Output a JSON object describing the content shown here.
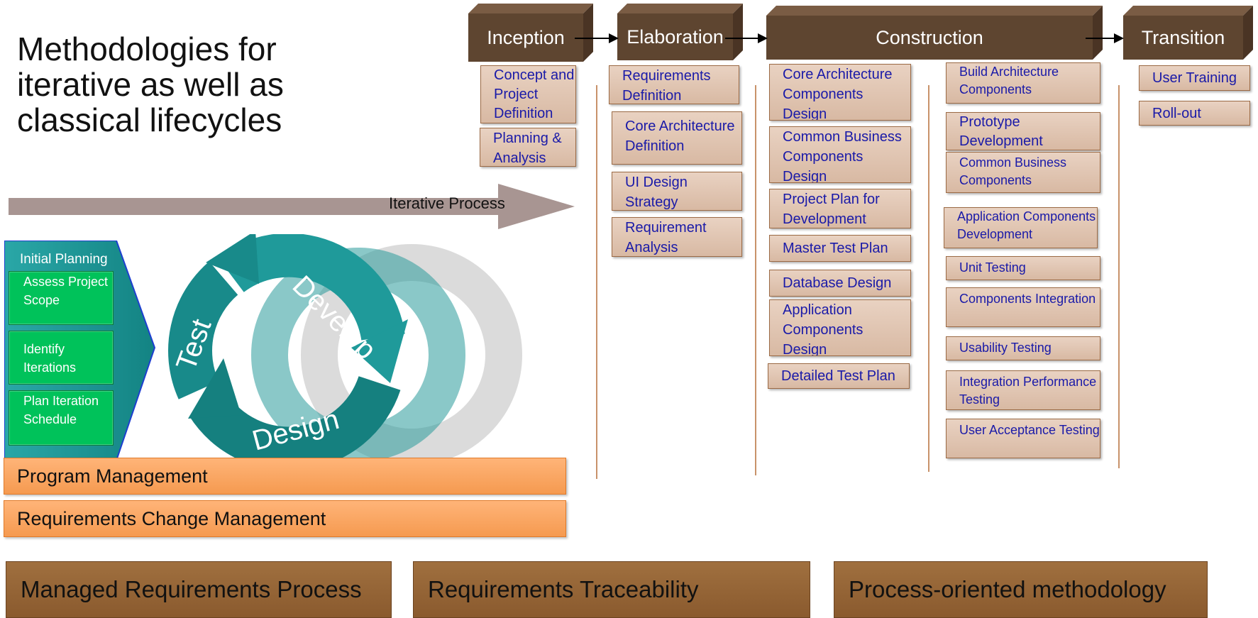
{
  "title": "Methodologies for iterative as well as classical lifecycles",
  "iterative_label": "Iterative Process",
  "initial_planning": {
    "title": "Initial Planning",
    "items": [
      "Assess Project Scope",
      "Identify Iterations",
      "Plan Iteration Schedule"
    ]
  },
  "cycle_labels": {
    "develop": "Develop",
    "test": "Test",
    "design": "Design"
  },
  "management": [
    "Program Management",
    "Requirements Change Management"
  ],
  "phases": {
    "inception": {
      "label": "Inception",
      "items": [
        "Concept and Project Definition",
        "Planning & Analysis"
      ]
    },
    "elaboration": {
      "label": "Elaboration",
      "items": [
        "Requirements Definition",
        "Core Architecture Definition",
        "UI Design Strategy",
        "Requirement Analysis"
      ]
    },
    "construction": {
      "label": "Construction",
      "items_left": [
        "Core Architecture Components Design",
        "Common Business Components Design",
        "Project Plan for Development",
        "Master Test Plan",
        "Database Design",
        "Application Components Design",
        "Detailed Test Plan"
      ],
      "items_right": [
        "Build Architecture Components",
        "Prototype Development",
        "Common Business Components",
        "Application Components Development",
        "Unit Testing",
        "Components Integration",
        "Usability Testing",
        "Integration Performance Testing",
        "User  Acceptance Testing"
      ]
    },
    "transition": {
      "label": "Transition",
      "items": [
        "User Training",
        "Roll-out"
      ]
    }
  },
  "banners": [
    "Managed Requirements Process",
    "Requirements Traceability",
    "Process-oriented methodology"
  ],
  "colors": {
    "phase_brown": "#5e4530",
    "activity_text": "#1a1aa8",
    "teal": "#1fa3a3",
    "planning_green": "#00c25a",
    "management_orange": "#f7a460",
    "banner_brown": "#96663a"
  }
}
